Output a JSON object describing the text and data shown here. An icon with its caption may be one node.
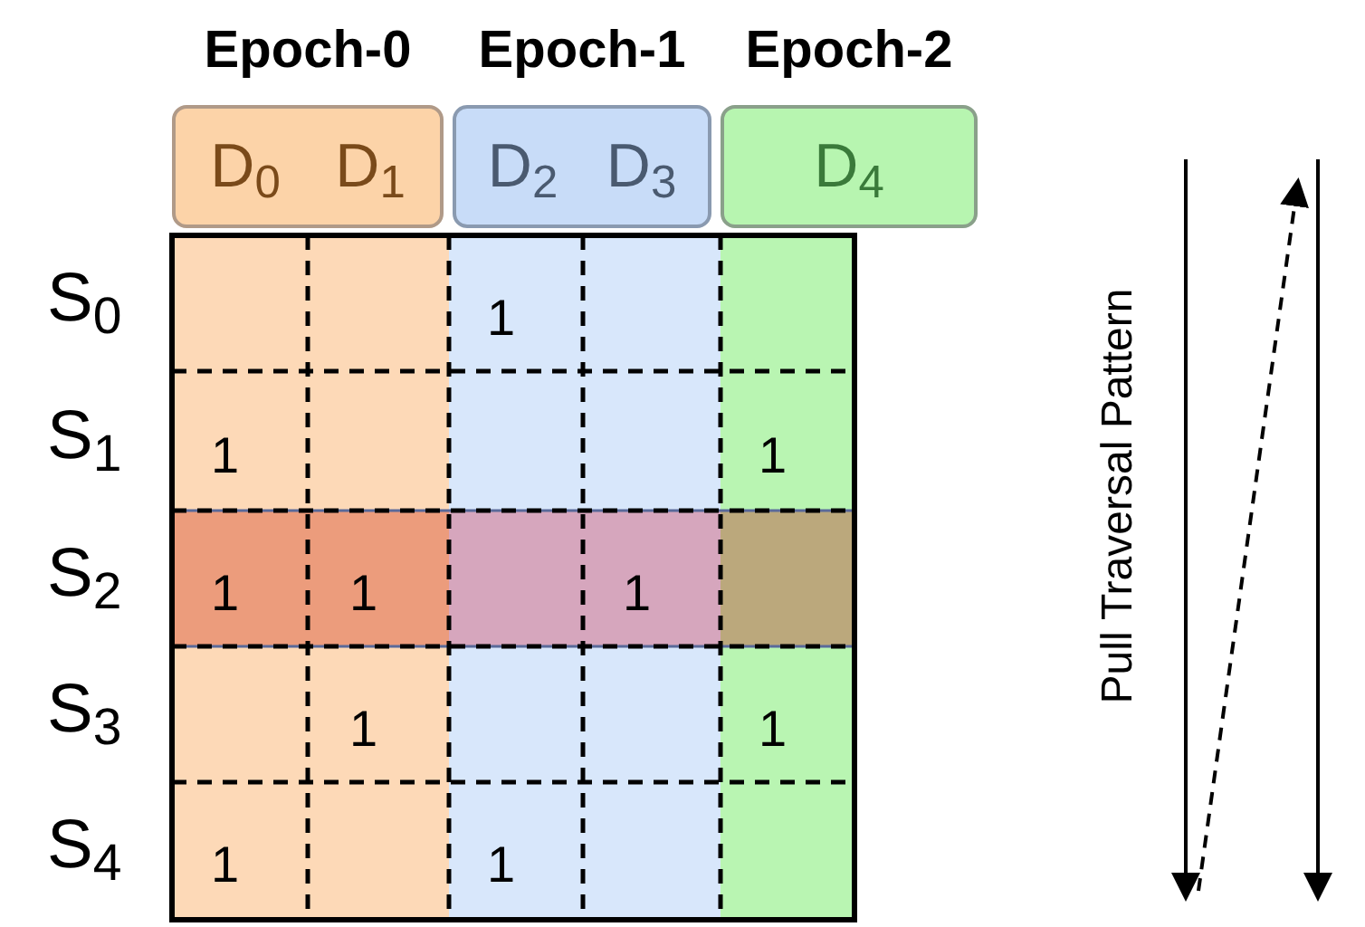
{
  "diagram": {
    "nodes": [
      {
        "text": [
          "Epoch-0",
          "D$_{0}$",
          "D$_{1}$"
        ]
      },
      {
        "text": [
          "Epoch-1",
          "D$_{2}$",
          "D$_{3}$"
        ]
      },
      {
        "text": [
          "Epoch-2",
          "D$_{4}$"
        ]
      }
    ],
    "edges": [],
    "labels": [
      "S$_{0}$",
      "1",
      "S$_{1}$",
      "1",
      "1",
      "S$_{2}$",
      "1",
      "1",
      "1",
      "S$_{3}$",
      "1",
      "1",
      "S$_{4}$",
      "1",
      "1",
      "Pull Traversal Pattern"
    ]
  }
}
